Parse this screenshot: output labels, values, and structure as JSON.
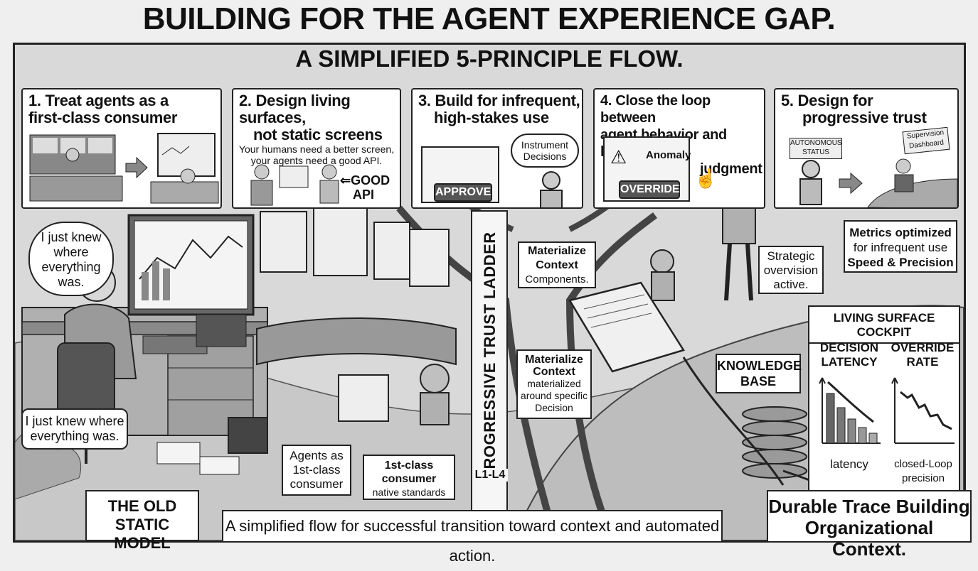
{
  "header": {
    "title": "BUILDING FOR THE AGENT EXPERIENCE GAP.",
    "subtitle": "A SIMPLIFIED 5-PRINCIPLE FLOW."
  },
  "principles": [
    {
      "title_l1": "1. Treat agents as a",
      "title_l2": "first-class consumer"
    },
    {
      "title_l1": "2. Design living surfaces,",
      "title_l2": "not static screens",
      "caption_l1": "Your humans need a better screen,",
      "caption_l2": "your agents need a good API.",
      "tag_l1": "GOOD",
      "tag_l2": "API"
    },
    {
      "title_l1": "3. Build for infrequent,",
      "title_l2": "high-stakes use",
      "bubble_l1": "Instrument",
      "bubble_l2": "Decisions",
      "button": "APPROVE"
    },
    {
      "title_l1": "4. Close the loop between",
      "title_l2": "agent behavior and human",
      "title_l3": "judgment",
      "alert": "Anomaly",
      "button": "OVERRIDE"
    },
    {
      "title_l1": "5. Design for",
      "title_l2": "progressive trust",
      "status_l1": "AUTONOMOUS",
      "status_l2": "STATUS",
      "sign_l1": "Supervision",
      "sign_l2": "Dashboard"
    }
  ],
  "scene": {
    "thought_top": [
      "I just knew",
      "where",
      "everything",
      "was."
    ],
    "thought_bottom": [
      "I just knew where",
      "everything was."
    ],
    "old_model": [
      "THE OLD",
      "STATIC MODEL"
    ],
    "agents_label": [
      "Agents as",
      "1st-class",
      "consumer"
    ],
    "consumer_label": [
      "1st-class",
      "consumer",
      "native standards"
    ],
    "ladder": "PROGRESSIVE TRUST LADDER",
    "ladder_level": "L1-L4",
    "materialize_1": [
      "Materialize",
      "Context",
      "Components."
    ],
    "materialize_2": [
      "Materialize",
      "Context",
      "materialized",
      "around specific",
      "Decision"
    ],
    "strategic": [
      "Strategic",
      "overvision",
      "active."
    ],
    "metrics": [
      "Metrics optimized",
      "for infrequent use",
      "Speed & Precision"
    ],
    "knowledge": [
      "KNOWLEDGE",
      "BASE"
    ],
    "cockpit": {
      "title": "LIVING SURFACE COCKPIT",
      "left_title": [
        "DECISION",
        "LATENCY"
      ],
      "right_title": [
        "OVERRIDE",
        "RATE"
      ],
      "left_caption": "latency",
      "right_caption": [
        "closed-Loop",
        "precision"
      ]
    },
    "footer": "A simplified flow for successful transition toward context and automated action.",
    "durable": [
      "Durable Trace Building",
      "Organizational Context."
    ]
  }
}
